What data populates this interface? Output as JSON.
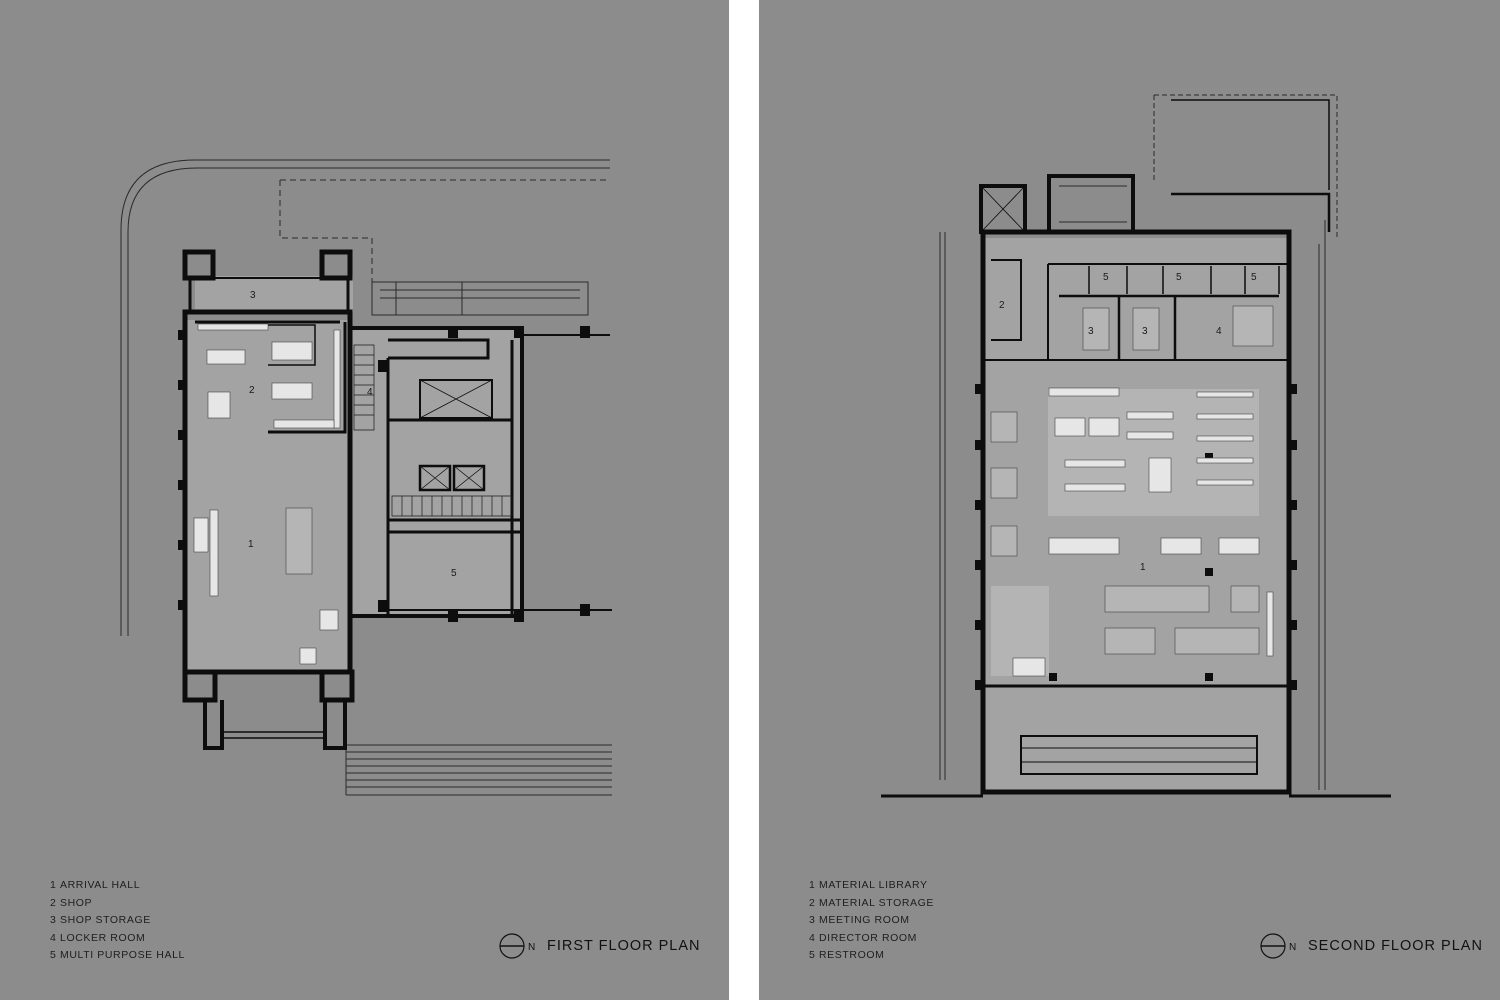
{
  "first_floor": {
    "title": "FIRST FLOOR PLAN",
    "north_label": "N",
    "legend": [
      {
        "num": "1",
        "label": "ARRIVAL HALL"
      },
      {
        "num": "2",
        "label": "SHOP"
      },
      {
        "num": "3",
        "label": "SHOP STORAGE"
      },
      {
        "num": "4",
        "label": "LOCKER ROOM"
      },
      {
        "num": "5",
        "label": "MULTI PURPOSE HALL"
      }
    ],
    "room_tags": [
      "1",
      "2",
      "3",
      "4",
      "5"
    ]
  },
  "second_floor": {
    "title": "SECOND FLOOR PLAN",
    "north_label": "N",
    "legend": [
      {
        "num": "1",
        "label": "MATERIAL LIBRARY"
      },
      {
        "num": "2",
        "label": "MATERIAL STORAGE"
      },
      {
        "num": "3",
        "label": "MEETING ROOM"
      },
      {
        "num": "4",
        "label": "DIRECTOR ROOM"
      },
      {
        "num": "5",
        "label": "RESTROOM"
      }
    ],
    "room_tags": [
      "1",
      "2",
      "3",
      "3",
      "4",
      "5",
      "5",
      "5"
    ]
  },
  "colors": {
    "sheet_background": "#8c8c8c",
    "interior_floor": "#a3a3a3",
    "library_zone": "#b4b4b4",
    "walls": "#0d0d0d",
    "furniture": "#e6e6e6"
  }
}
